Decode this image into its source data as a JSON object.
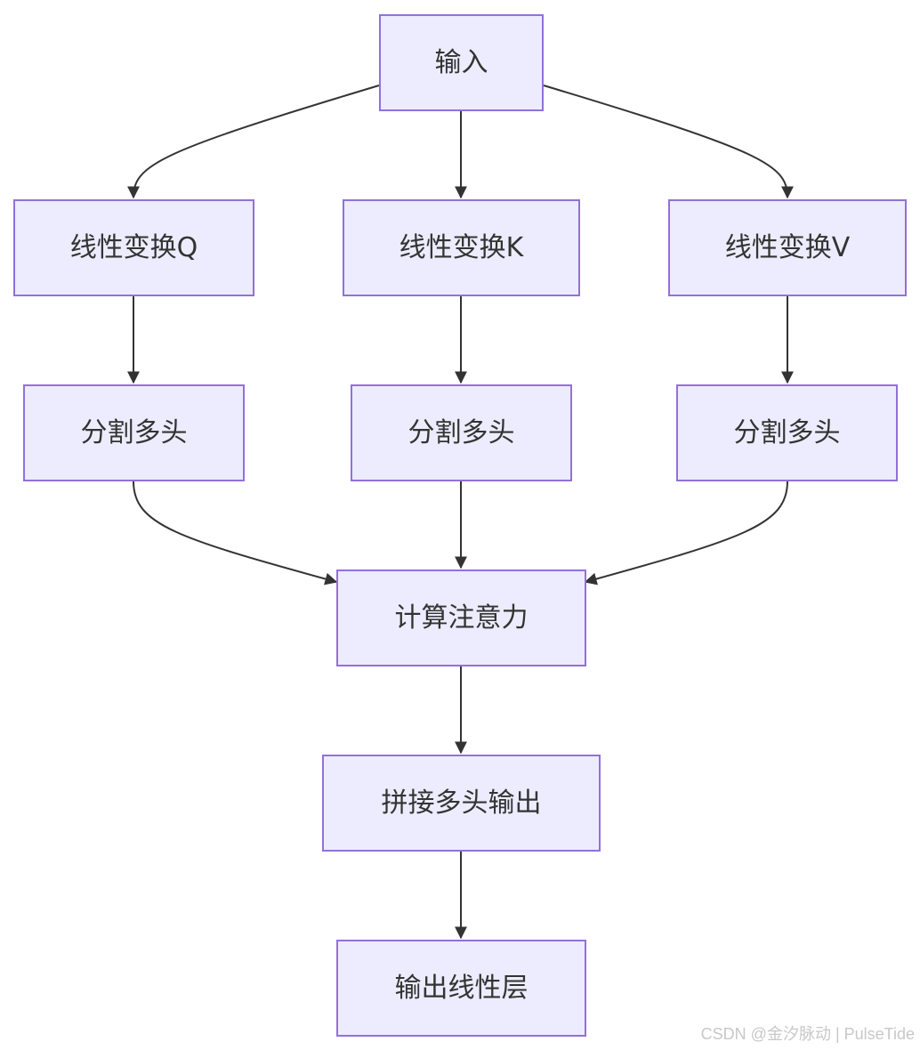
{
  "diagram": {
    "nodes": {
      "input": "输入",
      "linear_q": "线性变换Q",
      "linear_k": "线性变换K",
      "linear_v": "线性变换V",
      "split_q": "分割多头",
      "split_k": "分割多头",
      "split_v": "分割多头",
      "attention": "计算注意力",
      "concat": "拼接多头输出",
      "output": "输出线性层"
    },
    "edges": [
      {
        "from": "input",
        "to": "linear_q"
      },
      {
        "from": "input",
        "to": "linear_k"
      },
      {
        "from": "input",
        "to": "linear_v"
      },
      {
        "from": "linear_q",
        "to": "split_q"
      },
      {
        "from": "linear_k",
        "to": "split_k"
      },
      {
        "from": "linear_v",
        "to": "split_v"
      },
      {
        "from": "split_q",
        "to": "attention"
      },
      {
        "from": "split_k",
        "to": "attention"
      },
      {
        "from": "split_v",
        "to": "attention"
      },
      {
        "from": "attention",
        "to": "concat"
      },
      {
        "from": "concat",
        "to": "output"
      }
    ],
    "colors": {
      "node_fill": "#ececfe",
      "node_border": "#9370db",
      "edge": "#333333",
      "text": "#333333"
    }
  },
  "watermark": "CSDN @金汐脉动 | PulseTide"
}
